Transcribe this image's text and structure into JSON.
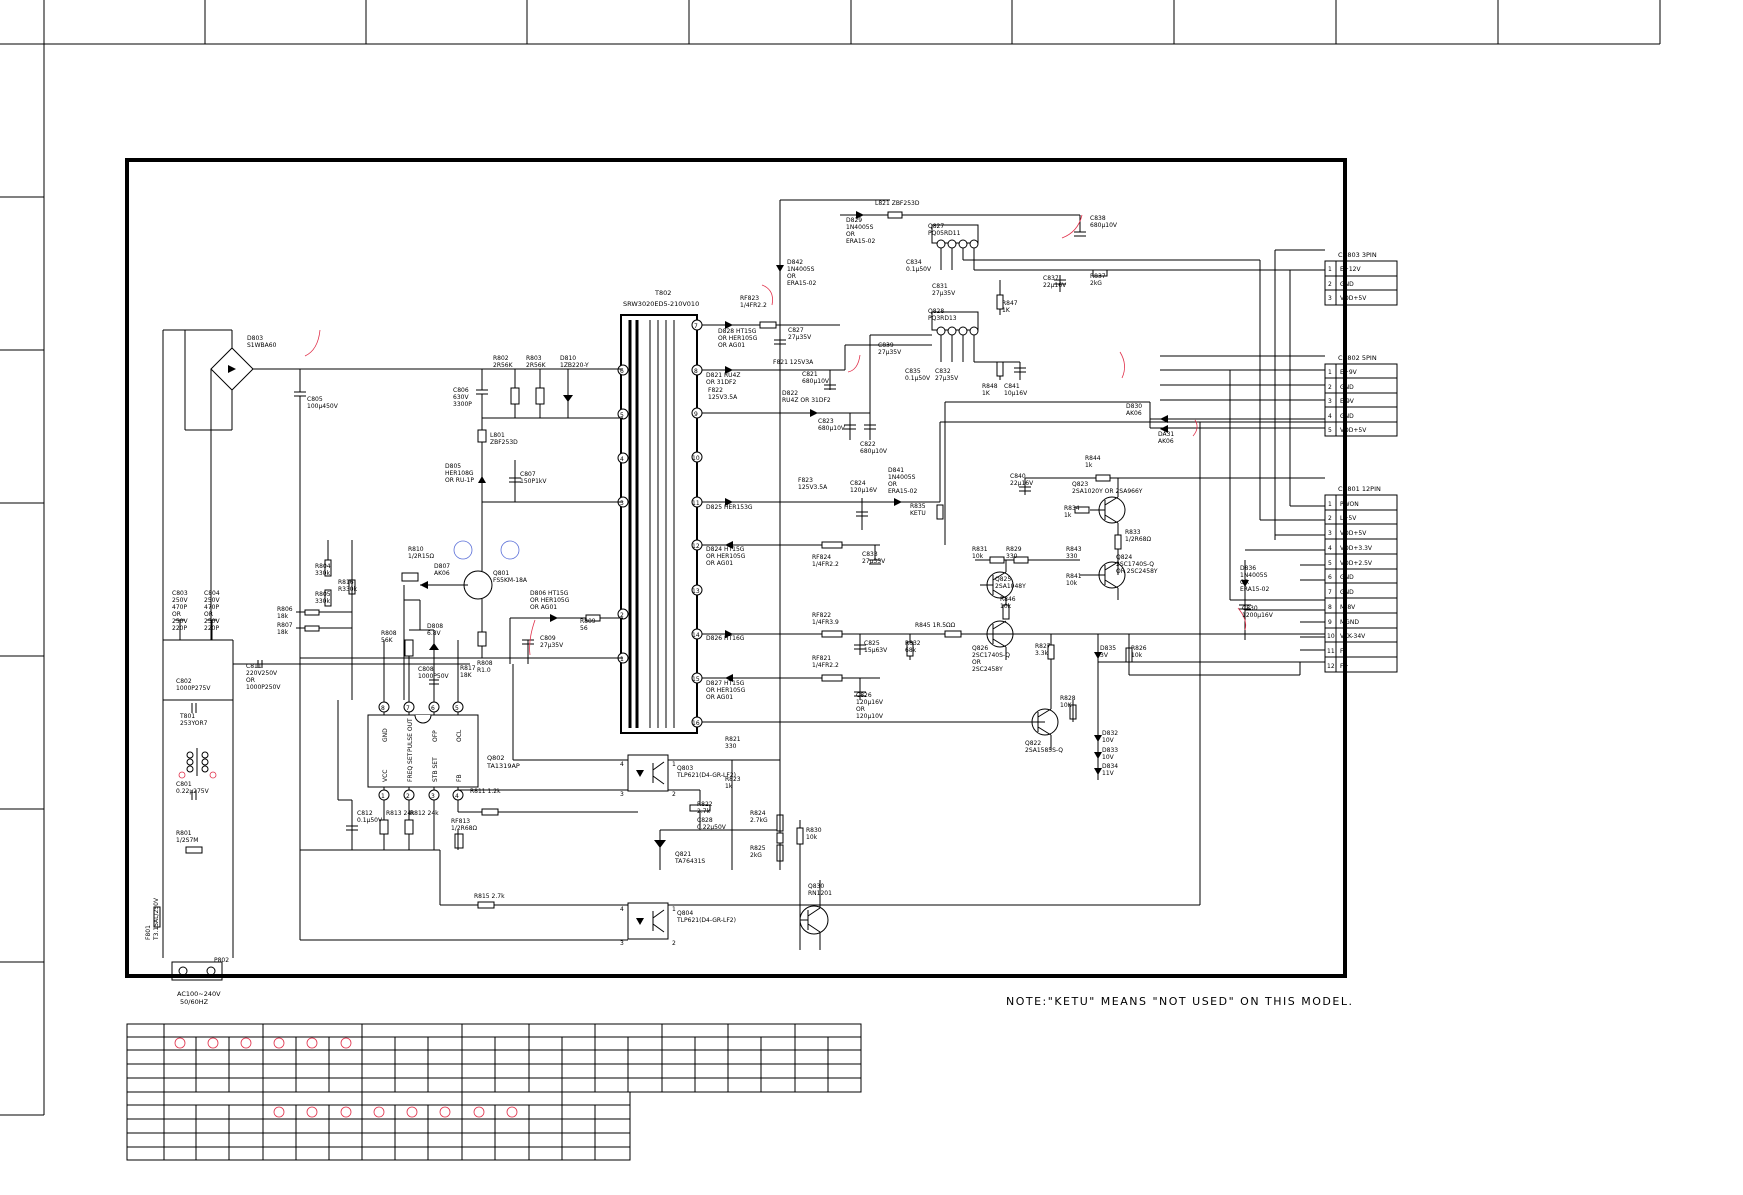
{
  "title_block": {
    "note": "NOTE:\"KETU\" MEANS \"NOT USED\" ON THIS MODEL."
  },
  "transformer": {
    "ref": "T802",
    "part": "SRW3020ED5-210V010"
  },
  "ac_input": {
    "label": "AC100~240V",
    "freq": "50/60HZ",
    "fuse": "F801",
    "fuse_val": "T3.15AL/250V",
    "plug": "P802"
  },
  "connectors": {
    "cn803": {
      "title": "CN803  3PIN",
      "pins": [
        {
          "n": "1",
          "name": "E+12V"
        },
        {
          "n": "2",
          "name": "GND"
        },
        {
          "n": "3",
          "name": "VDD+5V"
        }
      ]
    },
    "cn802": {
      "title": "CN802  5PIN",
      "pins": [
        {
          "n": "1",
          "name": "E+9V"
        },
        {
          "n": "2",
          "name": "GND"
        },
        {
          "n": "3",
          "name": "E-9V"
        },
        {
          "n": "4",
          "name": "GND"
        },
        {
          "n": "5",
          "name": "VDD+5V"
        }
      ]
    },
    "cn801": {
      "title": "CN801  12PIN",
      "pins": [
        {
          "n": "1",
          "name": "PWON"
        },
        {
          "n": "2",
          "name": "L+5V"
        },
        {
          "n": "3",
          "name": "VDD+5V"
        },
        {
          "n": "4",
          "name": "VDD+3.3V"
        },
        {
          "n": "5",
          "name": "VDD+2.5V"
        },
        {
          "n": "6",
          "name": "GND"
        },
        {
          "n": "7",
          "name": "GND"
        },
        {
          "n": "8",
          "name": "M-8V"
        },
        {
          "n": "9",
          "name": "MGND"
        },
        {
          "n": "10",
          "name": "VKK-34V"
        },
        {
          "n": "11",
          "name": "F-"
        },
        {
          "n": "12",
          "name": "F+"
        }
      ]
    }
  },
  "ic": {
    "ref": "Q802",
    "part": "TA1319AP",
    "pins_top": [
      "GND",
      "PULSE OUT",
      "OFP",
      "OCL"
    ],
    "pins_bottom": [
      "VCC",
      "FREQ SET",
      "STB SET",
      "FB"
    ]
  },
  "components": [
    {
      "id": "d803",
      "t": "D803\nS1WBA60"
    },
    {
      "id": "c805",
      "t": "C805\n100μ450V"
    },
    {
      "id": "r802",
      "t": "R802\n2R56K"
    },
    {
      "id": "r803",
      "t": "R803\n2R56K"
    },
    {
      "id": "d810",
      "t": "D810\n1ZB220-Y"
    },
    {
      "id": "c806",
      "t": "C806\n630V\n3300P"
    },
    {
      "id": "l801",
      "t": "L801\nZBF253D"
    },
    {
      "id": "d805",
      "t": "D805\nHER108G\nOR RU-1P"
    },
    {
      "id": "c807",
      "t": "C807\n150P1kV"
    },
    {
      "id": "r810",
      "t": "R810\n1/2R15Ω"
    },
    {
      "id": "d807",
      "t": "D807\nAK06"
    },
    {
      "id": "q801",
      "t": "Q801\nFS5KM-18A"
    },
    {
      "id": "r804",
      "t": "R804\n330k"
    },
    {
      "id": "r805",
      "t": "R805\n330k"
    },
    {
      "id": "r806",
      "t": "R806\n18k"
    },
    {
      "id": "r807",
      "t": "R807\n18k"
    },
    {
      "id": "r816",
      "t": "R816\nR330k"
    },
    {
      "id": "c803",
      "t": "C803\n250V\n470P\nOR\n250V\n220P"
    },
    {
      "id": "c804",
      "t": "C804\n250V\n470P\nOR\n250V\n220P"
    },
    {
      "id": "c811",
      "t": "C811\n220V250V\nOR\n1000P250V"
    },
    {
      "id": "c802",
      "t": "C802\n1000P275V"
    },
    {
      "id": "t801",
      "t": "T801\n253YOR7"
    },
    {
      "id": "c801",
      "t": "C801\n0.22μ275V"
    },
    {
      "id": "r801",
      "t": "R801\n1/2S7M"
    },
    {
      "id": "d806",
      "t": "D806  HT15G\nOR HER105G\nOR AG01"
    },
    {
      "id": "r809",
      "t": "R809\n56"
    },
    {
      "id": "c809",
      "t": "C809\n27μ35V"
    },
    {
      "id": "r808",
      "t": "R808\n56K"
    },
    {
      "id": "d808",
      "t": "D808\n6.8V"
    },
    {
      "id": "c808",
      "t": "C808\n1000P50V"
    },
    {
      "id": "r817",
      "t": "R817\n18K"
    },
    {
      "id": "r808b",
      "t": "R808\nR1.0"
    },
    {
      "id": "r811",
      "t": "R811  1.2k"
    },
    {
      "id": "c812",
      "t": "C812\n0.1μ50V"
    },
    {
      "id": "r813",
      "t": "R813  24k"
    },
    {
      "id": "r812",
      "t": "R812  24k"
    },
    {
      "id": "rf813",
      "t": "RF813\n1/2R68Ω"
    },
    {
      "id": "r815",
      "t": "R815  2.7k"
    },
    {
      "id": "q803",
      "t": "Q803\nTLP621(D4-GR-LF2)"
    },
    {
      "id": "q804",
      "t": "Q804\nTLP621(D4-GR-LF2)"
    },
    {
      "id": "r821",
      "t": "R821\n330"
    },
    {
      "id": "r823",
      "t": "R823\n1k"
    },
    {
      "id": "r822",
      "t": "R822\n2.7k"
    },
    {
      "id": "c828",
      "t": "C828\n0.22μ50V"
    },
    {
      "id": "r824",
      "t": "R824\n2.7kG"
    },
    {
      "id": "r825",
      "t": "R825\n2kG"
    },
    {
      "id": "q821",
      "t": "Q821\nTA76431S"
    },
    {
      "id": "r830",
      "t": "R830\n10k"
    },
    {
      "id": "q830",
      "t": "Q830\nRN1201"
    },
    {
      "id": "d842",
      "t": "D842\n1N4005S\nOR\nERA15-02"
    },
    {
      "id": "d829",
      "t": "D829\n1N4005S\nOR\nERA15-02"
    },
    {
      "id": "l821",
      "t": "L821  ZBF253D"
    },
    {
      "id": "q827",
      "t": "Q827\nPQ05RD11"
    },
    {
      "id": "c838",
      "t": "C838\n680μ10V"
    },
    {
      "id": "c834",
      "t": "C834\n0.1μ50V"
    },
    {
      "id": "c831",
      "t": "C831\n27μ35V"
    },
    {
      "id": "c837",
      "t": "C837\n22μ16V"
    },
    {
      "id": "r837",
      "t": "R837\n2kG"
    },
    {
      "id": "rf823",
      "t": "RF823\n1/4FR2.2"
    },
    {
      "id": "d828",
      "t": "D828  HT15G\nOR HER105G\nOR AG01"
    },
    {
      "id": "c827",
      "t": "C827\n27μ35V"
    },
    {
      "id": "q828",
      "t": "Q828\nPQ3RD13"
    },
    {
      "id": "r847",
      "t": "R847\n1K"
    },
    {
      "id": "f821",
      "t": "F821  125V3A"
    },
    {
      "id": "c839",
      "t": "C839\n27μ35V"
    },
    {
      "id": "c835",
      "t": "C835\n0.1μ50V"
    },
    {
      "id": "c832",
      "t": "C832\n27μ35V"
    },
    {
      "id": "d821",
      "t": "D821  RU4Z\nOR 31DF2"
    },
    {
      "id": "c821",
      "t": "C821\n680μ10V"
    },
    {
      "id": "f822",
      "t": "F822\n125V3.5A"
    },
    {
      "id": "d822",
      "t": "D822\nRU4Z  OR 31DF2"
    },
    {
      "id": "c823",
      "t": "C823\n680μ10V"
    },
    {
      "id": "c822",
      "t": "C822\n680μ10V"
    },
    {
      "id": "r848",
      "t": "R848\n1K"
    },
    {
      "id": "c841",
      "t": "C841\n10μ16V"
    },
    {
      "id": "d830",
      "t": "D830\nAK06"
    },
    {
      "id": "d831",
      "t": "DA31\nAK06"
    },
    {
      "id": "f823",
      "t": "F823\n125V3.5A"
    },
    {
      "id": "c824",
      "t": "C824\n120μ16V"
    },
    {
      "id": "d841",
      "t": "D841\n1N4005S\nOR\nERA15-02"
    },
    {
      "id": "r835",
      "t": "R835\nKETU"
    },
    {
      "id": "c840",
      "t": "C840\n22μ16V"
    },
    {
      "id": "r844",
      "t": "R844\n1k"
    },
    {
      "id": "q823",
      "t": "Q823\n2SA1020Y  OR 2SA966Y"
    },
    {
      "id": "r834",
      "t": "R834\n1k"
    },
    {
      "id": "r833",
      "t": "R833\n1/2R68Ω"
    },
    {
      "id": "d825",
      "t": "D825  HER153G"
    },
    {
      "id": "d824",
      "t": "D824  HT15G\nOR HER105G\nOR AG01"
    },
    {
      "id": "rf824",
      "t": "RF824\n1/4FR2.2"
    },
    {
      "id": "c833",
      "t": "C833\n27μ35V"
    },
    {
      "id": "r831",
      "t": "R831\n10k"
    },
    {
      "id": "r829",
      "t": "R829\n330"
    },
    {
      "id": "q825",
      "t": "Q825\n2SA1048Y"
    },
    {
      "id": "r843",
      "t": "R843\n330"
    },
    {
      "id": "r841",
      "t": "R841\n10k"
    },
    {
      "id": "q824",
      "t": "Q824\n2SC1740S-Q\nOR 2SC2458Y"
    },
    {
      "id": "r846",
      "t": "R846\n10k"
    },
    {
      "id": "d836",
      "t": "D836\n1N4005S\nOR\nERA15-02"
    },
    {
      "id": "c830",
      "t": "C830\n1200μ16V"
    },
    {
      "id": "d826",
      "t": "D826  HT16G"
    },
    {
      "id": "rf822",
      "t": "RF822\n1/4FR3.9"
    },
    {
      "id": "r845",
      "t": "R845  1R.5ΩΩ"
    },
    {
      "id": "c825",
      "t": "C825\n15μ63V"
    },
    {
      "id": "r832",
      "t": "R832\n68k"
    },
    {
      "id": "q826",
      "t": "Q826\n2SC1740S-Q\nOR\n2SC2458Y"
    },
    {
      "id": "r827",
      "t": "R827\n3.3k"
    },
    {
      "id": "d835",
      "t": "D835\n3V"
    },
    {
      "id": "r826",
      "t": "R826\n10k"
    },
    {
      "id": "d827",
      "t": "D827  HT15G\nOR HER105G\nOR AG01"
    },
    {
      "id": "rf821",
      "t": "RF821\n1/4FR2.2"
    },
    {
      "id": "c826",
      "t": "C826\n120μ16V\nOR\n120μ10V"
    },
    {
      "id": "r828",
      "t": "R828\n10K"
    },
    {
      "id": "q822",
      "t": "Q822\n2SA1585S-Q"
    },
    {
      "id": "d832",
      "t": "D832\n10V"
    },
    {
      "id": "d833",
      "t": "D833\n10V"
    },
    {
      "id": "d834",
      "t": "D834\n11V"
    }
  ]
}
